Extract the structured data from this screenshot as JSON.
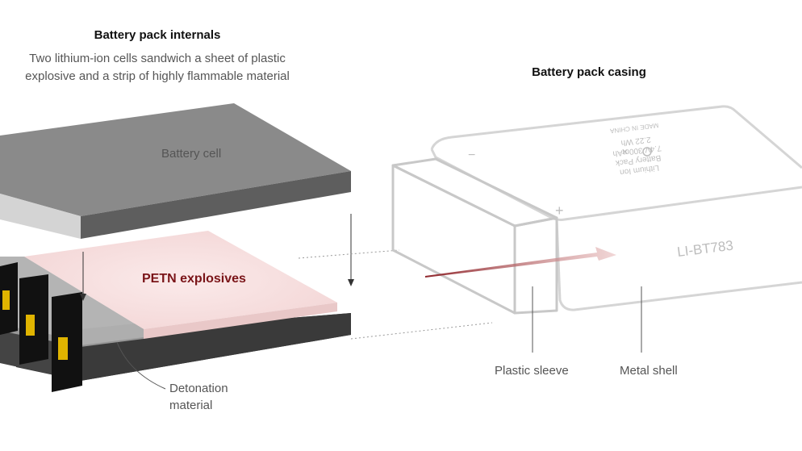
{
  "internals": {
    "title": "Battery pack internals",
    "subtitle_line1": "Two lithium-ion cells sandwich a sheet of plastic",
    "subtitle_line2": "explosive and a strip of highly flammable material"
  },
  "casing": {
    "title": "Battery pack casing",
    "model_text": "LI-BT783",
    "label_text": [
      "Lithium Ion",
      "Battery Pack",
      "7.4V 300mAh",
      "2.22 Wh",
      "MADE IN CHINA"
    ],
    "plus_sign": "+",
    "minus_sign": "−"
  },
  "labels": {
    "battery_cell": "Battery cell",
    "petn": "PETN explosives",
    "detonation_line1": "Detonation",
    "detonation_line2": "material",
    "plastic_sleeve": "Plastic sleeve",
    "metal_shell": "Metal shell"
  },
  "colors": {
    "cell_top": "#8a8a8a",
    "cell_side": "#5e5e5e",
    "petn_fill": "#f6e0e0",
    "bottom_cell": "#333333",
    "terminal": "#e0b400",
    "accent_red": "#7a1418",
    "outline": "#d5d5d5"
  }
}
